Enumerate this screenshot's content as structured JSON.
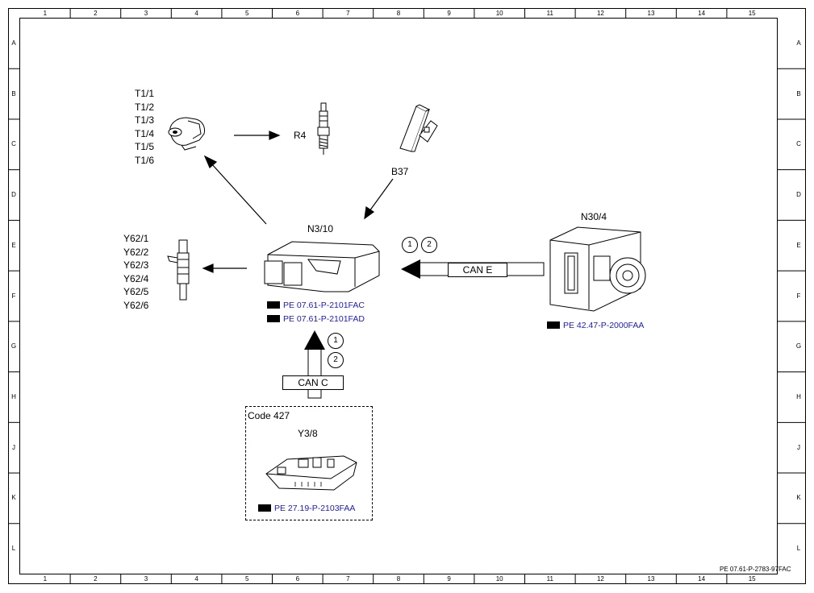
{
  "grid": {
    "columns": [
      "1",
      "2",
      "3",
      "4",
      "5",
      "6",
      "7",
      "8",
      "9",
      "10",
      "11",
      "12",
      "13",
      "14",
      "15"
    ],
    "rows": [
      "A",
      "B",
      "C",
      "D",
      "E",
      "F",
      "G",
      "H",
      "J",
      "K",
      "L"
    ]
  },
  "components": {
    "ignition_coils": {
      "labels": [
        "T1/1",
        "T1/2",
        "T1/3",
        "T1/4",
        "T1/5",
        "T1/6"
      ],
      "icon": "ignition-coil-icon"
    },
    "spark_plug": {
      "label": "R4",
      "icon": "spark-plug-icon"
    },
    "pedal": {
      "label": "B37",
      "icon": "accelerator-pedal-icon"
    },
    "ecu": {
      "label": "N3/10",
      "icon": "control-unit-icon"
    },
    "injectors": {
      "labels": [
        "Y62/1",
        "Y62/2",
        "Y62/3",
        "Y62/4",
        "Y62/5",
        "Y62/6"
      ],
      "icon": "fuel-injector-icon"
    },
    "abs_unit": {
      "label": "N30/4",
      "icon": "esp-control-unit-icon"
    },
    "valve_body": {
      "label": "Y3/8",
      "icon": "transmission-control-icon"
    }
  },
  "buses": {
    "can_e": "CAN E",
    "can_c": "CAN C",
    "circle_1": "1",
    "circle_2": "2"
  },
  "references": {
    "ecu_ref1": "PE 07.61-P-2101FAC",
    "ecu_ref2": "PE 07.61-P-2101FAD",
    "abs_ref": "PE 42.47-P-2000FAA",
    "valve_ref": "PE 27.19-P-2103FAA"
  },
  "code_box": {
    "label": "Code 427"
  },
  "document_id": "PE 07.61-P-2783-97FAC"
}
